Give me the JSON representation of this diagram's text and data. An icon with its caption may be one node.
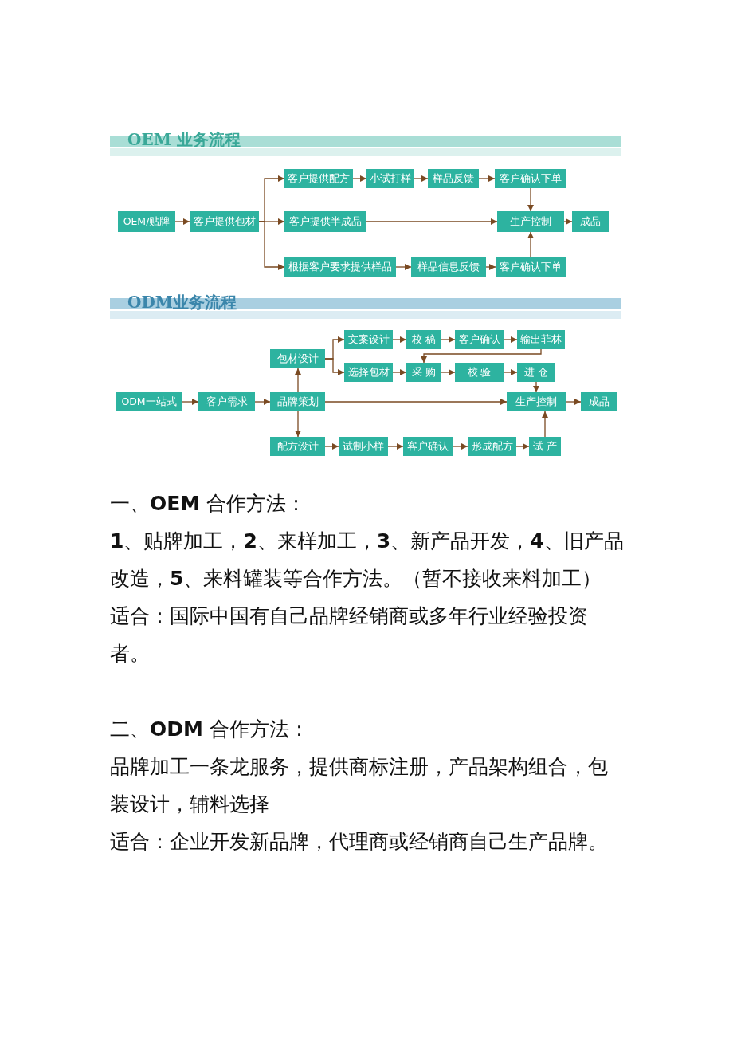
{
  "diagram": {
    "nodes": [
      {
        "text": [
          "OEM/贴牌"
        ]
      },
      {
        "text": [
          "客户提供包材"
        ]
      },
      {
        "text": [
          "客户提供配方"
        ]
      },
      {
        "text": [
          "小试打样"
        ]
      },
      {
        "text": [
          "样品反馈"
        ]
      },
      {
        "text": [
          "客户确认下单"
        ]
      },
      {
        "text": [
          "客户提供半成品"
        ]
      },
      {
        "text": [
          "生产控制"
        ]
      },
      {
        "text": [
          "成品"
        ]
      },
      {
        "text": [
          "根据客户要求提供样品"
        ]
      },
      {
        "text": [
          "样品信息反馈"
        ]
      },
      {
        "text": [
          "客户确认下单"
        ]
      },
      {
        "text": [
          "包材设计"
        ]
      },
      {
        "text": [
          "文案设计"
        ]
      },
      {
        "text": [
          "校 稿"
        ]
      },
      {
        "text": [
          "客户确认"
        ]
      },
      {
        "text": [
          "输出菲林"
        ]
      },
      {
        "text": [
          "选择包材"
        ]
      },
      {
        "text": [
          "采 购"
        ]
      },
      {
        "text": [
          "校 验"
        ]
      },
      {
        "text": [
          "进 仓"
        ]
      },
      {
        "text": [
          "ODM一站式"
        ]
      },
      {
        "text": [
          "客户需求"
        ]
      },
      {
        "text": [
          "品牌策划"
        ]
      },
      {
        "text": [
          "生产控制"
        ]
      },
      {
        "text": [
          "成品"
        ]
      },
      {
        "text": [
          "配方设计"
        ]
      },
      {
        "text": [
          "试制小样"
        ]
      },
      {
        "text": [
          "客户确认"
        ]
      },
      {
        "text": [
          "形成配方"
        ]
      },
      {
        "text": [
          "试 产"
        ]
      }
    ],
    "edges": [
      {
        "from": 0,
        "to": 1,
        "arrow": "to"
      },
      {
        "from": 1,
        "to": 2,
        "arrow": "to"
      },
      {
        "from": 1,
        "to": 6,
        "arrow": "to"
      },
      {
        "from": 1,
        "to": 9,
        "arrow": "to"
      },
      {
        "from": 2,
        "to": 3,
        "arrow": "to"
      },
      {
        "from": 3,
        "to": 4,
        "arrow": "to"
      },
      {
        "from": 4,
        "to": 5,
        "arrow": "to"
      },
      {
        "from": 5,
        "to": 7,
        "arrow": "to"
      },
      {
        "from": 6,
        "to": 7,
        "arrow": "to"
      },
      {
        "from": 7,
        "to": 8,
        "arrow": "to"
      },
      {
        "from": 9,
        "to": 10,
        "arrow": "to"
      },
      {
        "from": 10,
        "to": 11,
        "arrow": "to"
      },
      {
        "from": 11,
        "to": 7,
        "arrow": "to"
      },
      {
        "from": 21,
        "to": 22,
        "arrow": "to"
      },
      {
        "from": 22,
        "to": 23,
        "arrow": "to"
      },
      {
        "from": 23,
        "to": 12,
        "arrow": "to"
      },
      {
        "from": 12,
        "to": 13,
        "arrow": "to"
      },
      {
        "from": 12,
        "to": 17,
        "arrow": "to"
      },
      {
        "from": 13,
        "to": 14,
        "arrow": "to"
      },
      {
        "from": 14,
        "to": 15,
        "arrow": "to"
      },
      {
        "from": 15,
        "to": 16,
        "arrow": "to"
      },
      {
        "from": 16,
        "to": 18,
        "arrow": "to"
      },
      {
        "from": 17,
        "to": 18,
        "arrow": "to"
      },
      {
        "from": 18,
        "to": 19,
        "arrow": "to"
      },
      {
        "from": 19,
        "to": 20,
        "arrow": "to"
      },
      {
        "from": 20,
        "to": 24,
        "arrow": "to"
      },
      {
        "from": 23,
        "to": 24,
        "arrow": "to"
      },
      {
        "from": 24,
        "to": 25,
        "arrow": "to"
      },
      {
        "from": 23,
        "to": 26,
        "arrow": "to"
      },
      {
        "from": 26,
        "to": 27,
        "arrow": "to"
      },
      {
        "from": 27,
        "to": 28,
        "arrow": "to"
      },
      {
        "from": 28,
        "to": 29,
        "arrow": "to"
      },
      {
        "from": 29,
        "to": 30,
        "arrow": "to"
      },
      {
        "from": 30,
        "to": 24,
        "arrow": "to"
      }
    ],
    "labels": [
      "OEM 业务流程",
      "ODM业务流程",
      "一、**OEM** 合作方法：",
      "**1**、贴牌加工，**2**、来样加工，**3**、新产品开发，**4**、旧产品改造，**5**、来料罐装等合作方法。（暂不接收来料加工）",
      "适合：国际中国有自己品牌经销商或多年行业经验投资者。",
      "二、**ODM** 合作方法：",
      "品牌加工一条龙服务，提供商标注册，产品架构组合，包装设计，辅料选择",
      "适合：企业开发新品牌，代理商或经销商自己生产品牌。"
    ]
  }
}
